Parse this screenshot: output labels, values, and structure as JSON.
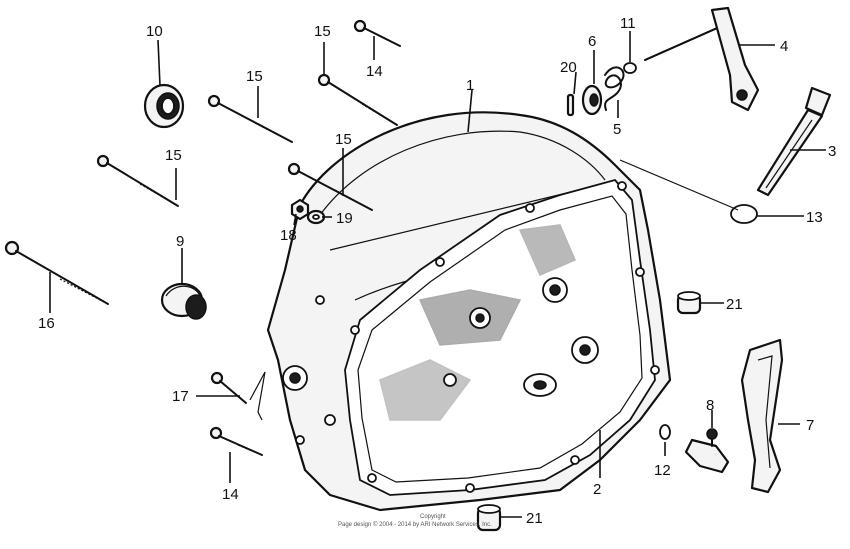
{
  "diagram": {
    "labels": {
      "p1": "1",
      "p2": "2",
      "p3": "3",
      "p4": "4",
      "p5": "5",
      "p6": "6",
      "p7": "7",
      "p8": "8",
      "p9": "9",
      "p10": "10",
      "p11": "11",
      "p12": "12",
      "p13": "13",
      "p14a": "14",
      "p14b": "14",
      "p15a": "15",
      "p15b": "15",
      "p15c": "15",
      "p15d": "15",
      "p16": "16",
      "p17": "17",
      "p18": "18",
      "p19": "19",
      "p20": "20",
      "p21a": "21",
      "p21b": "21"
    },
    "copyright_line1": "Copyright",
    "copyright_line2": "Page design © 2004 - 2014 by ARI Network Services, Inc."
  }
}
